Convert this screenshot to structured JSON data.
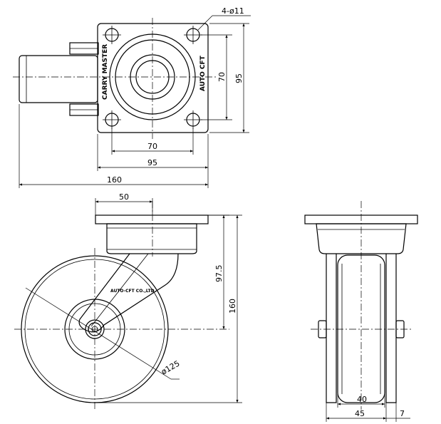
{
  "dimensions": {
    "holes": "4-ø11",
    "top_hole_pitch_v": "70",
    "top_plate_v": "95",
    "top_hole_pitch_h": "70",
    "top_plate_h": "95",
    "total_length": "160",
    "offset": "50",
    "axle_height": "97.5",
    "total_height": "160",
    "wheel_dia": "ø125",
    "wheel_width": "40",
    "fork_width": "45",
    "side_offset": "7"
  },
  "labels": {
    "brand_left": "CARRY MASTER",
    "brand_right": "AUTO CFT",
    "wheel_brand": "AUTO-CFT CO.,LTD."
  }
}
